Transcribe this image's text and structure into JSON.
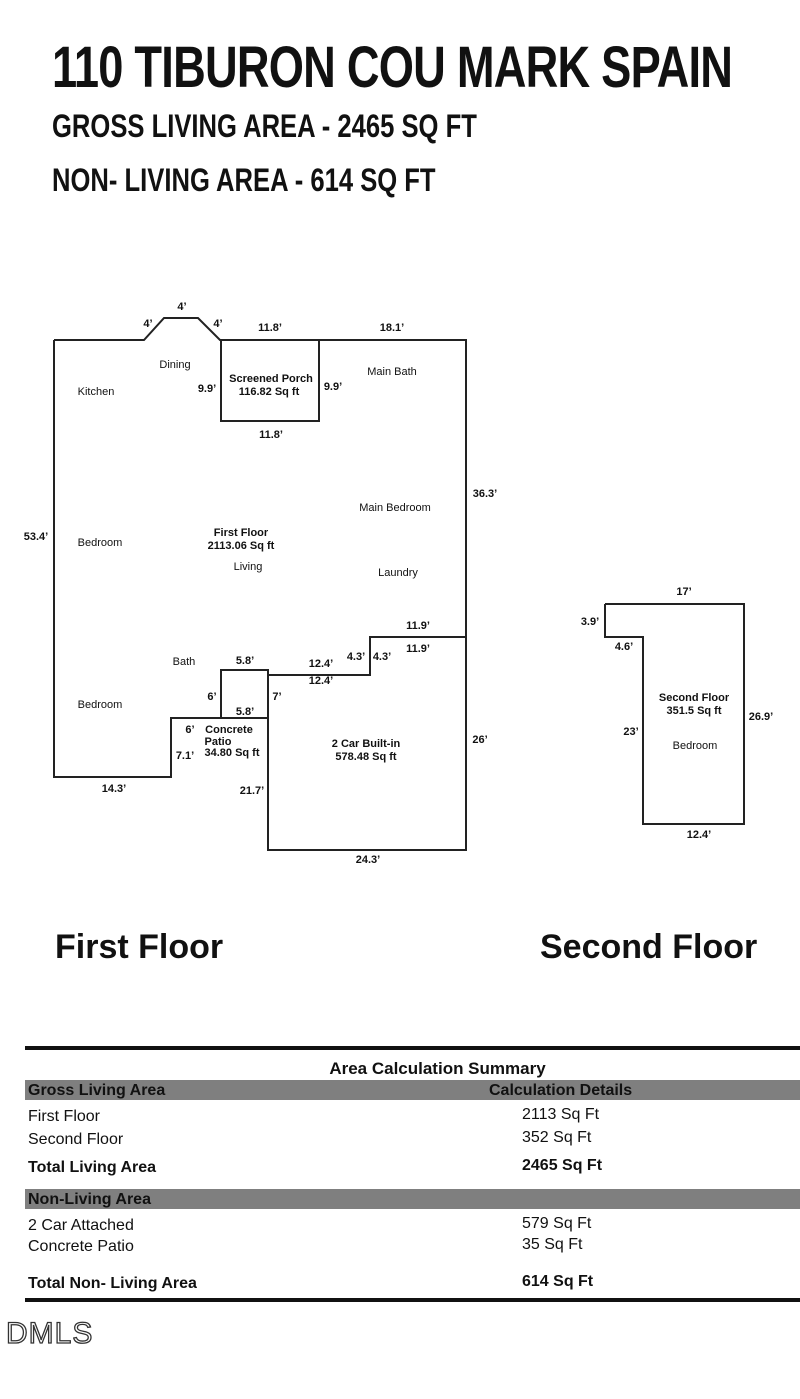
{
  "header": {
    "title": "110 TIBURON COU MARK SPAIN",
    "gross_living": "GROSS LIVING AREA - 2465 SQ FT",
    "non_living": "NON- LIVING AREA - 614 SQ FT"
  },
  "first_floor": {
    "rooms": {
      "kitchen": "Kitchen",
      "dining": "Dining",
      "main_bath": "Main Bath",
      "main_bedroom": "Main Bedroom",
      "bedroom1": "Bedroom",
      "living": "Living",
      "laundry": "Laundry",
      "bath": "Bath",
      "bedroom2": "Bedroom"
    },
    "area_label": "First Floor",
    "area_value": "2113.06 Sq ft",
    "screened_porch": {
      "name": "Screened Porch",
      "area": "116.82 Sq ft"
    },
    "concrete_patio": {
      "name1": "Concrete",
      "name2": "Patio",
      "area": "34.80 Sq ft"
    },
    "garage": {
      "name": "2 Car Built-in",
      "area": "578.48 Sq ft"
    },
    "dims": {
      "bay_top": "4’",
      "bay_left": "4’",
      "bay_right": "4’",
      "porch_top": "11.8’",
      "top_right": "18.1’",
      "porch_left": "9.9’",
      "porch_right": "9.9’",
      "porch_bottom": "11.8’",
      "right_upper": "36.3’",
      "left": "53.4’",
      "step_top_outer": "11.9’",
      "step_top_inner": "11.9’",
      "step_v_left": "4.3’",
      "step_v_right": "4.3’",
      "step_mid_outer": "12.4’",
      "step_mid_inner": "12.4’",
      "patio_top": "5.8’",
      "patio_inner": "5.8’",
      "patio_left": "6’",
      "patio_right": "7’",
      "patio_lower": "6’",
      "bottom_left_v": "7.1’",
      "bottom_left": "14.3’",
      "garage_left": "21.7’",
      "garage_right": "26’",
      "garage_bottom": "24.3’"
    }
  },
  "second_floor": {
    "area_label": "Second Floor",
    "area_value": "351.5 Sq ft",
    "room": "Bedroom",
    "dims": {
      "top": "17’",
      "left_top": "3.9’",
      "notch": "4.6’",
      "left": "23’",
      "right": "26.9’",
      "bottom": "12.4’"
    }
  },
  "floor_labels": {
    "first": "First Floor",
    "second": "Second Floor"
  },
  "summary": {
    "title": "Area Calculation Summary",
    "gross_header": "Gross Living Area",
    "details_header": "Calculation Details",
    "gross_rows": [
      {
        "label": "First Floor",
        "value": "2113 Sq Ft"
      },
      {
        "label": "Second Floor",
        "value": "352 Sq Ft"
      }
    ],
    "total_living": {
      "label": "Total Living Area",
      "value": "2465 Sq Ft"
    },
    "non_living_header": "Non-Living Area",
    "non_living_rows": [
      {
        "label": "2 Car Attached",
        "value": "579 Sq Ft"
      },
      {
        "label": "Concrete Patio",
        "value": "35 Sq Ft"
      }
    ],
    "total_non_living": {
      "label": "Total Non- Living Area",
      "value": "614 Sq Ft"
    }
  },
  "logo": "DMLS"
}
